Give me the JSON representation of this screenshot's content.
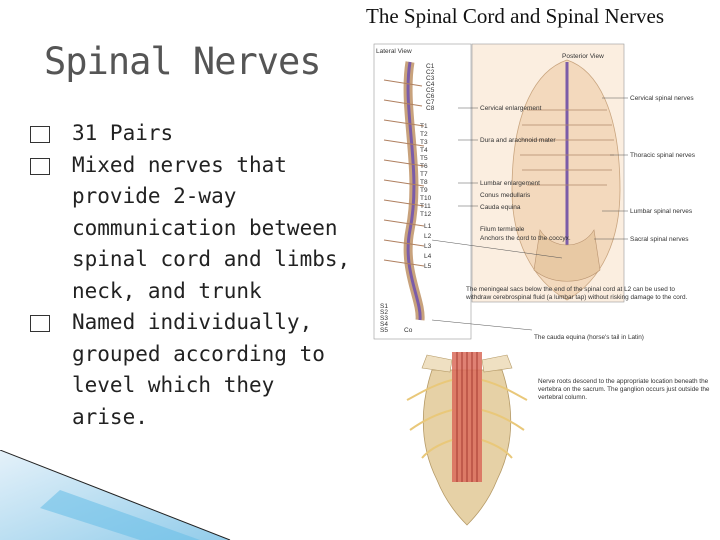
{
  "slide": {
    "title": "Spinal Nerves",
    "bullets": [
      "31 Pairs",
      "Mixed nerves that provide 2-way communication between spinal cord and limbs, neck, and trunk",
      "Named individually, grouped according to level which they arise."
    ]
  },
  "figure": {
    "title": "The Spinal Cord and Spinal Nerves",
    "lateral_view": "Lateral View",
    "posterior_view": "Posterior View",
    "vert_labels_left": [
      "C1",
      "C2",
      "C3",
      "C4",
      "C5",
      "C6",
      "C7",
      "C8",
      "T1",
      "T2",
      "T3",
      "T4",
      "T5",
      "T6",
      "T7",
      "T8",
      "T9",
      "T10",
      "T11",
      "T12",
      "L1",
      "L2",
      "L3",
      "L4",
      "L5",
      "S1",
      "S2",
      "S3",
      "S4",
      "S5",
      "Co"
    ],
    "callouts": {
      "cervical_enlargement": "Cervical enlargement",
      "dura": "Dura and arachnoid mater",
      "lumbar_enlargement": "Lumbar enlargement",
      "conus": "Conus medullaris",
      "cauda": "Cauda equina",
      "filum": "Filum terminale",
      "filum_note": "Anchors the cord to the coccyx.",
      "cervical_nerves": "Cervical spinal nerves",
      "thoracic_nerves": "Thoracic spinal nerves",
      "lumbar_nerves": "Lumbar spinal nerves",
      "sacral_nerves": "Sacral spinal nerves",
      "note1": "The meningeal sacs below the end of the spinal cord at L2 can be used to withdraw cerebrospinal fluid (a lumbar tap) without risking damage to the cord.",
      "note2": "The cauda equina (horse's tail in Latin)",
      "note3": "Nerve roots descend to the appropriate location beneath the vertebra on the sacrum. The ganglion occurs just outside the vertebral column."
    }
  }
}
